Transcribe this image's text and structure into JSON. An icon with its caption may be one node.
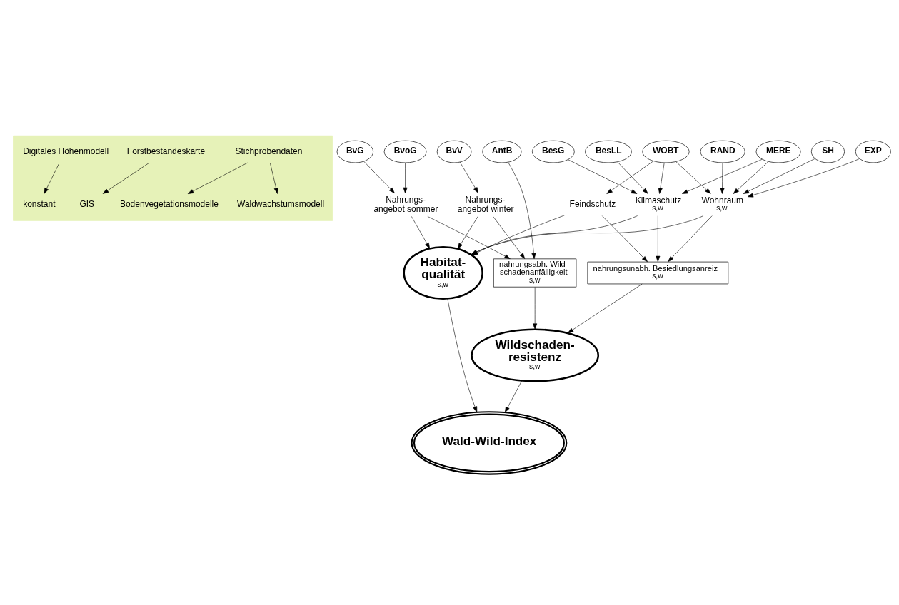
{
  "diagram": {
    "nodes": [
      {
        "text": [],
        "shape": "band"
      },
      {
        "text": [
          "Stichprobendaten"
        ],
        "in": 0
      },
      {
        "text": [
          "Forstbestandeskarte"
        ],
        "in": 0
      },
      {
        "text": [
          "Digitales Höhenmodell"
        ],
        "in": 0
      },
      {
        "text": [
          "Bodenvegetationsmodelle"
        ],
        "in": 0
      },
      {
        "text": [
          "Waldwachstumsmodell"
        ],
        "in": 0
      },
      {
        "text": [
          "GIS"
        ],
        "in": 0
      },
      {
        "text": [
          "konstant"
        ],
        "in": 0
      },
      {
        "text": [
          "BvG"
        ]
      },
      {
        "text": [
          "BvoG"
        ]
      },
      {
        "text": [
          "BvV"
        ]
      },
      {
        "text": [
          "AntB"
        ]
      },
      {
        "text": [
          "BesG"
        ]
      },
      {
        "text": [
          "BesLL"
        ]
      },
      {
        "text": [
          "WOBT"
        ]
      },
      {
        "text": [
          "RAND"
        ]
      },
      {
        "text": [
          "MERE"
        ]
      },
      {
        "text": [
          "SH"
        ]
      },
      {
        "text": [
          "EXP"
        ]
      },
      {
        "text": [
          "Nahrungs- angebot sommer"
        ]
      },
      {
        "text": [
          "Nahrungs- angebot winter"
        ]
      },
      {
        "text": [
          "Feindschutz"
        ]
      },
      {
        "text": [
          "Klimaschutz",
          "s,w"
        ]
      },
      {
        "text": [
          "Wohnraum",
          "s,w"
        ]
      },
      {
        "text": [
          "Habitat- qualität",
          "s,w"
        ]
      },
      {
        "text": [
          "nahrungsabh. Wild- schadenanfälligkeit",
          "s,w"
        ]
      },
      {
        "text": [
          "nahrungsunabh. Besiedlungsanreiz",
          "s,w"
        ]
      },
      {
        "text": [
          "Wildschaden- resistenz",
          "s,w"
        ]
      },
      {
        "text": [
          "Wald-Wild-Index"
        ]
      }
    ],
    "edges": [
      {
        "from": 1,
        "to": 4,
        "arrow": "to"
      },
      {
        "from": 1,
        "to": 5,
        "arrow": "to"
      },
      {
        "from": 2,
        "to": 6,
        "arrow": "to"
      },
      {
        "from": 3,
        "to": 7,
        "arrow": "to"
      },
      {
        "from": 8,
        "to": 19,
        "arrow": "to"
      },
      {
        "from": 9,
        "to": 19,
        "arrow": "to"
      },
      {
        "from": 10,
        "to": 20,
        "arrow": "to"
      },
      {
        "from": 11,
        "to": 25,
        "arrow": "to"
      },
      {
        "from": 12,
        "to": 22,
        "arrow": "to"
      },
      {
        "from": 13,
        "to": 22,
        "arrow": "to"
      },
      {
        "from": 14,
        "to": 21,
        "arrow": "to"
      },
      {
        "from": 14,
        "to": 22,
        "arrow": "to"
      },
      {
        "from": 14,
        "to": 23,
        "arrow": "to"
      },
      {
        "from": 15,
        "to": 23,
        "arrow": "to"
      },
      {
        "from": 16,
        "to": 22,
        "arrow": "to"
      },
      {
        "from": 16,
        "to": 23,
        "arrow": "to"
      },
      {
        "from": 17,
        "to": 23,
        "arrow": "to"
      },
      {
        "from": 18,
        "to": 23,
        "arrow": "to"
      },
      {
        "from": 19,
        "to": 24,
        "arrow": "to"
      },
      {
        "from": 19,
        "to": 25,
        "arrow": "to"
      },
      {
        "from": 20,
        "to": 24,
        "arrow": "to"
      },
      {
        "from": 20,
        "to": 25,
        "arrow": "to"
      },
      {
        "from": 21,
        "to": 24,
        "arrow": "to"
      },
      {
        "from": 21,
        "to": 26,
        "arrow": "to"
      },
      {
        "from": 22,
        "to": 24,
        "arrow": "to"
      },
      {
        "from": 22,
        "to": 26,
        "arrow": "to"
      },
      {
        "from": 23,
        "to": 24,
        "arrow": "to"
      },
      {
        "from": 23,
        "to": 26,
        "arrow": "to"
      },
      {
        "from": 25,
        "to": 27,
        "arrow": "to"
      },
      {
        "from": 26,
        "to": 27,
        "arrow": "to"
      },
      {
        "from": 24,
        "to": 28,
        "arrow": "to"
      },
      {
        "from": 27,
        "to": 28,
        "arrow": "to"
      }
    ]
  }
}
